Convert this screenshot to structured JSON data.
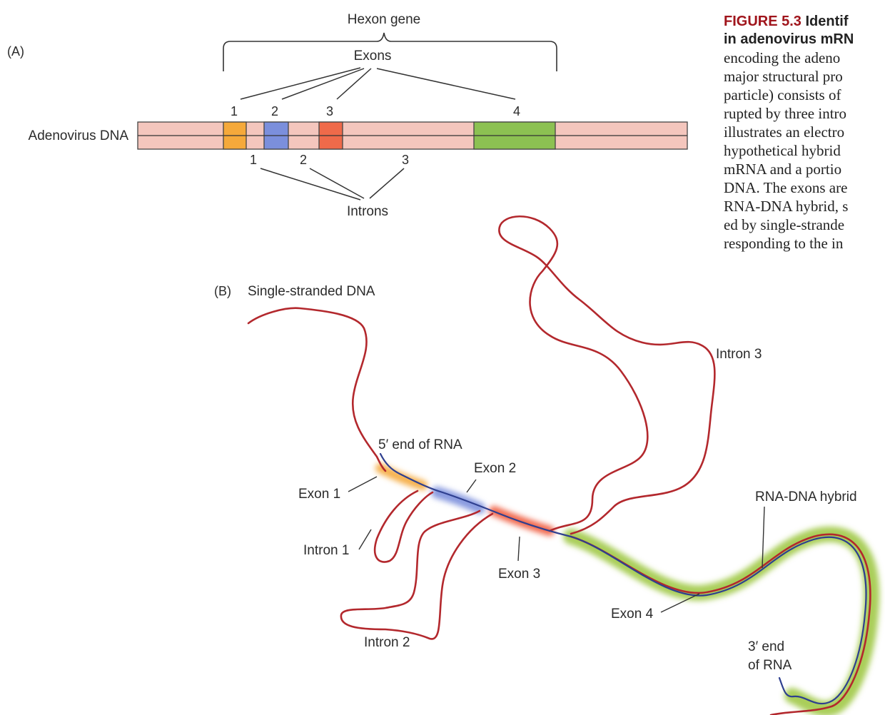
{
  "caption": {
    "figure_number": "FIGURE 5.3",
    "title_line1": "Identif",
    "title_line2": "in adenovirus mRN",
    "body_lines": [
      "encoding the adeno",
      "major structural pro",
      "particle) consists of",
      "rupted by three intro",
      "illustrates an electro",
      "hypothetical hybrid",
      "mRNA and a portio",
      "DNA. The exons are",
      "RNA-DNA hybrid, s",
      "ed by single-strande",
      "responding to the in"
    ]
  },
  "panel_a": {
    "panel_label": "(A)",
    "gene_label": "Hexon gene",
    "exons_label": "Exons",
    "introns_label": "Introns",
    "dna_label": "Adenovirus DNA",
    "exon_numbers": [
      "1",
      "2",
      "3",
      "4"
    ],
    "intron_numbers": [
      "1",
      "2",
      "3"
    ],
    "colors": {
      "dna": "#f4c6bd",
      "exon1": "#f5a93b",
      "exon2": "#7b8fdc",
      "exon3": "#ef6a4a",
      "exon4": "#8cc152"
    }
  },
  "panel_b": {
    "panel_label": "(B)",
    "ssdna_label": "Single-stranded DNA",
    "five_prime_label": "5′ end of RNA",
    "three_prime_line1": "3′ end",
    "three_prime_line2": "of RNA",
    "exon1_label": "Exon 1",
    "exon2_label": "Exon 2",
    "exon3_label": "Exon 3",
    "exon4_label": "Exon 4",
    "intron1_label": "Intron 1",
    "intron2_label": "Intron 2",
    "intron3_label": "Intron 3",
    "hybrid_label": "RNA-DNA hybrid",
    "colors": {
      "dna_strand": "#b3282d",
      "rna_strand": "#2e3f8f"
    }
  }
}
